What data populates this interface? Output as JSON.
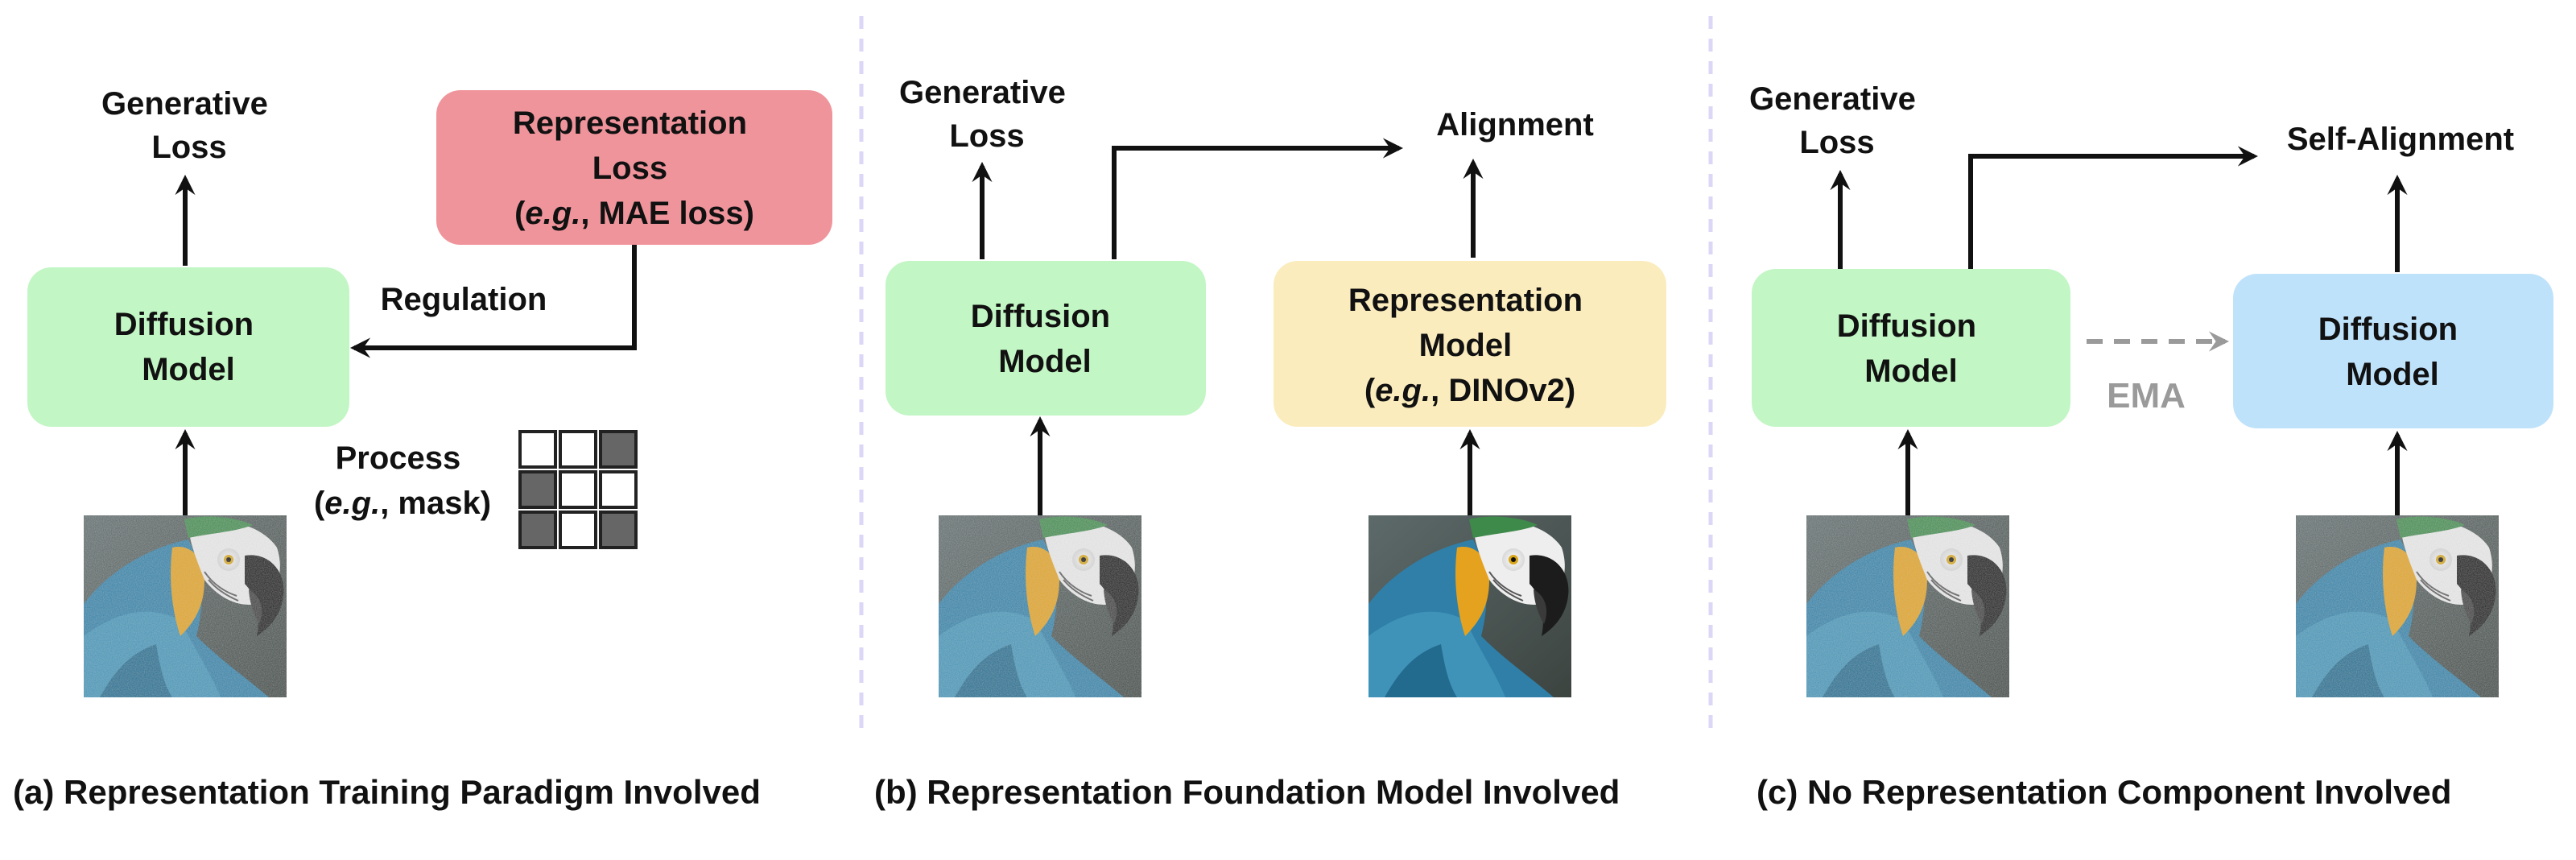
{
  "colors": {
    "diffusion_green": "#c2f6c4",
    "representation_red": "#f0949c",
    "representation_yellow": "#fbecbe",
    "diffusion_blue": "#bfe2fb",
    "arrow_black": "#111111",
    "ema_gray": "#9a9a9a",
    "separator_lavender": "#dcd6f7"
  },
  "panel_a": {
    "generative_loss": [
      "Generative",
      "Loss"
    ],
    "representation_loss": {
      "line1": "Representation",
      "line2": "Loss",
      "line3_italic": "e.g.",
      "line3_rest": ", MAE loss)"
    },
    "regulation": "Regulation",
    "diffusion_model": [
      "Diffusion",
      "Model"
    ],
    "process": {
      "line1": "Process",
      "line2_italic": "e.g.",
      "line2_rest": ", mask)"
    },
    "mask_grid": [
      [
        0,
        0,
        1
      ],
      [
        1,
        0,
        0
      ],
      [
        1,
        0,
        1
      ]
    ],
    "caption": "(a) Representation Training Paradigm Involved"
  },
  "panel_b": {
    "generative_loss": [
      "Generative",
      "Loss"
    ],
    "alignment": "Alignment",
    "diffusion_model": [
      "Diffusion",
      "Model"
    ],
    "representation_model": {
      "line1": "Representation",
      "line2": "Model",
      "line3_italic": "e.g.",
      "line3_rest": ", DINOv2)"
    },
    "caption": "(b) Representation Foundation Model Involved"
  },
  "panel_c": {
    "generative_loss": [
      "Generative",
      "Loss"
    ],
    "self_alignment": "Self-Alignment",
    "diffusion_model_left": [
      "Diffusion",
      "Model"
    ],
    "diffusion_model_right": [
      "Diffusion",
      "Model"
    ],
    "ema": "EMA",
    "caption": "(c) No Representation Component Involved"
  }
}
